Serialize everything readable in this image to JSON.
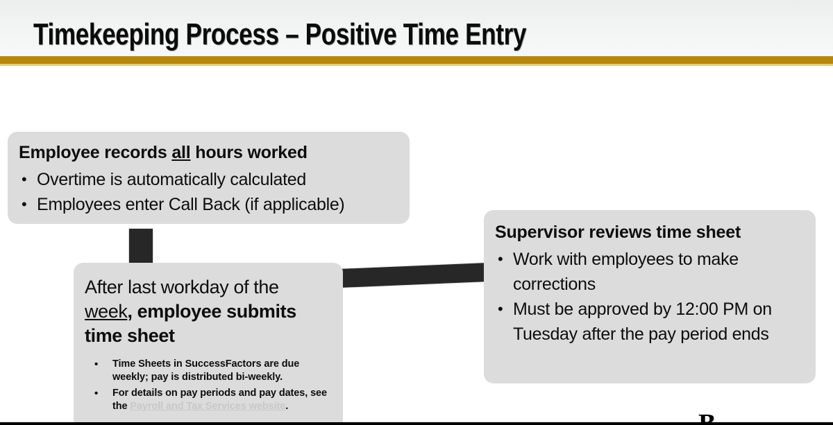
{
  "slide": {
    "title": "Timekeeping Process – Positive Time Entry",
    "accent_gold": "#b5860a",
    "accent_gold_light": "#e2cb88",
    "box_fill": "#dcdcdc",
    "connector_color": "#272727",
    "header_bg": "#f2f3f3"
  },
  "boxes": {
    "employee_records": {
      "heading_before": "Employee records ",
      "heading_underlined": "all",
      "heading_after": " hours worked",
      "bullets": [
        "Overtime is automatically calculated",
        "Employees enter Call Back (if applicable)"
      ]
    },
    "employee_submits": {
      "headline_regular": "After last workday of the ",
      "headline_underlined": "week",
      "headline_bold": ", employee submits time sheet",
      "subbullets": [
        {
          "text": "Time Sheets in SuccessFactors are due weekly; pay is distributed bi-weekly.",
          "link_text": "",
          "tail": ""
        },
        {
          "text": "For details on pay periods and pay dates, see the ",
          "link_text": "Payroll and Tax Services website",
          "tail": "."
        }
      ]
    },
    "supervisor_reviews": {
      "heading": "Supervisor reviews time sheet",
      "bullets": [
        "Work with employees to make corrections",
        "Must be approved by 12:00 PM on Tuesday after the pay period ends"
      ]
    }
  },
  "footer": {
    "logo_partial": "B"
  }
}
